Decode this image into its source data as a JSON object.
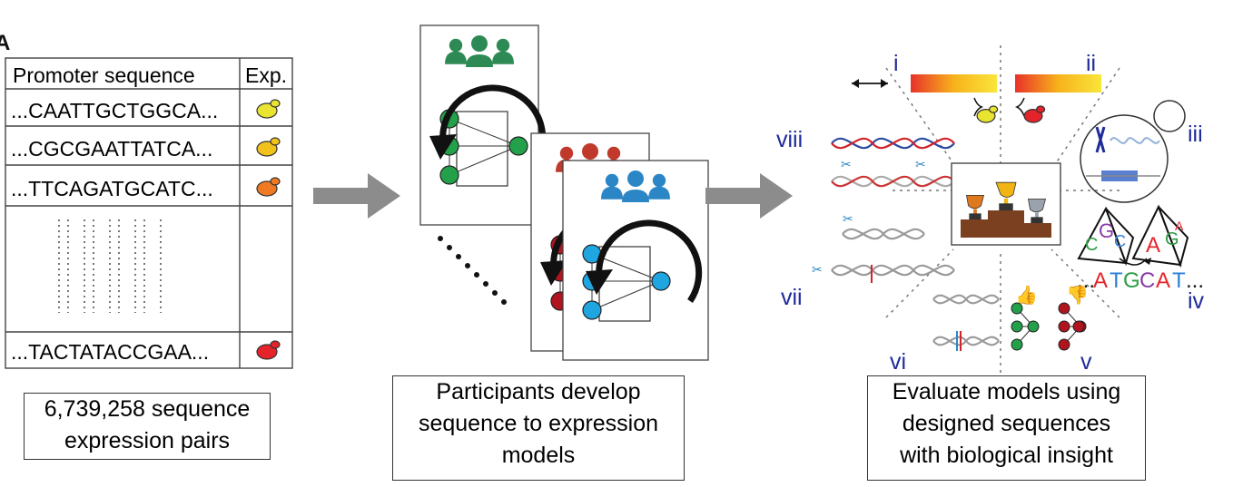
{
  "panel_letter": "A",
  "table": {
    "header_sequence": "Promoter sequence",
    "header_expression": "Exp.",
    "rows": [
      {
        "sequence": "...CAATTGCTGGCA...",
        "expression_color": "#e8e430"
      },
      {
        "sequence": "...CGCGAATTATCA...",
        "expression_color": "#f2c21c"
      },
      {
        "sequence": "...TTCAGATGCATC...",
        "expression_color": "#ef7a23"
      },
      {
        "sequence": "...TACTATACCGAA...",
        "expression_color": "#e4242a"
      }
    ]
  },
  "captions": {
    "data": [
      "6,739,258 sequence",
      "expression pairs"
    ],
    "models": [
      "Participants develop",
      "sequence to expression",
      "models"
    ],
    "evaluate": [
      "Evaluate models using",
      "designed sequences",
      "with biological insight"
    ]
  },
  "team_colors": [
    "#2e8a55",
    "#c0392b",
    "#2b86c5"
  ],
  "node_colors": [
    "#22a04a",
    "#b0141e",
    "#1fa5e0"
  ],
  "numerals": [
    "i",
    "ii",
    "iii",
    "iv",
    "v",
    "vi",
    "vii",
    "viii"
  ],
  "designed_sequence": {
    "prefix": "...",
    "bases": [
      "A",
      "T",
      "G",
      "C",
      "A",
      "T"
    ],
    "suffix": "...",
    "base_colors": {
      "A": "#e3262b",
      "T": "#2b7fd6",
      "G": "#2e9b45",
      "C": "#8a3aa8"
    }
  },
  "pyramid_letters": {
    "left": [
      "C",
      "G",
      "C"
    ],
    "right": [
      "A",
      "G",
      "A"
    ]
  },
  "gradient_colors": [
    "#e8322a",
    "#f7b21c",
    "#f9e63a"
  ],
  "trophy_colors": {
    "gold": "#f0b414",
    "bronze": "#e0791e",
    "silver": "#9aa3ad",
    "podium": "#7a4020"
  },
  "accent": "#1f2a9c",
  "arrow_color": "#8c8c8c"
}
